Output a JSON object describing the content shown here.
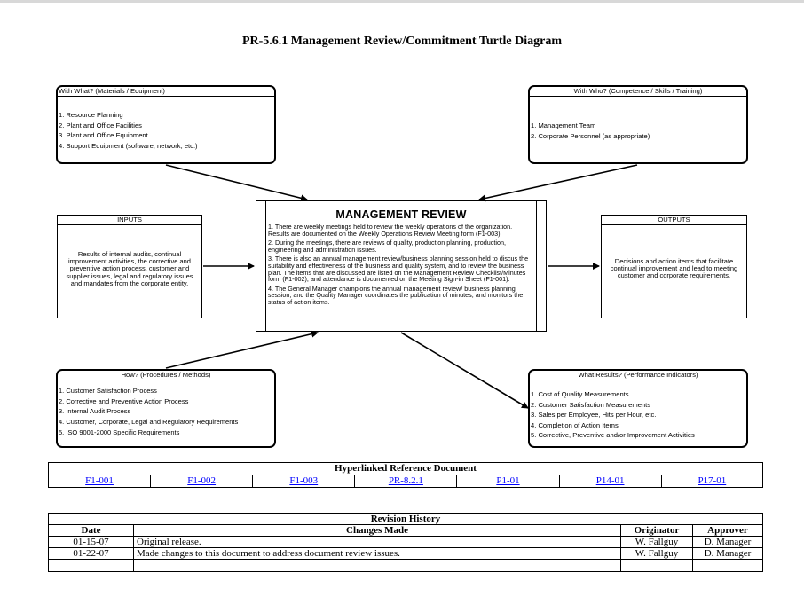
{
  "page_title": "PR-5.6.1 Management Review/Commitment Turtle Diagram",
  "with_what": {
    "heading": "With What? (Materials / Equipment)",
    "items": [
      "1. Resource Planning",
      "2. Plant and Office Facilities",
      "3. Plant and Office Equipment",
      "4. Support Equipment (software, network, etc.)"
    ]
  },
  "with_who": {
    "heading": "With Who? (Competence / Skills / Training)",
    "items": [
      "1. Management Team",
      "2. Corporate Personnel (as appropriate)"
    ]
  },
  "inputs": {
    "heading": "INPUTS",
    "body": "Results of internal audits, continual improvement activities, the corrective and preventive action process, customer and supplier issues, legal and regulatory issues and mandates from the corporate entity."
  },
  "outputs": {
    "heading": "OUTPUTS",
    "body": "Decisions and action items that facilitate continual improvement and lead to meeting customer and corporate requirements."
  },
  "management_review": {
    "title": "MANAGEMENT REVIEW",
    "paragraphs": [
      "1. There are weekly meetings held to review the weekly operations of the organization. Results are documented on the Weekly Operations Review Meeting form (F1-003).",
      "2. During the meetings, there are reviews of quality, production planning, production, engineering and administration issues.",
      "3. There is also an annual management review/business planning session held to discus the suitability and effectiveness of the business and quality system, and to review the business plan. The items that are discussed are listed on the Management Review Checklist/Minutes form (F1-002), and attendance is documented on the Meeting Sign-in Sheet (F1-001).",
      "4. The General Manager champions the annual management review/ business planning session, and the Quality Manager coordinates the publication of minutes, and monitors the status of action items."
    ]
  },
  "how": {
    "heading": "How? (Procedures / Methods)",
    "items": [
      "1. Customer Satisfaction Process",
      "2. Corrective and Preventive Action Process",
      "3. Internal Audit Process",
      "4. Customer, Corporate, Legal and Regulatory Requirements",
      "5. ISO 9001-2000 Specific Requirements"
    ]
  },
  "what_results": {
    "heading": "What Results? (Performance Indicators)",
    "items": [
      "1. Cost of Quality Measurements",
      "2. Customer Satisfaction Measurements",
      "3. Sales per Employee, Hits per Hour, etc.",
      "4. Completion of Action Items",
      "5. Corrective, Preventive and/or Improvement Activities"
    ]
  },
  "reference": {
    "heading": "Hyperlinked Reference Document",
    "links": [
      "F1-001",
      "F1-002",
      "F1-003",
      "PR-8.2.1",
      "P1-01",
      "P14-01",
      "P17-01"
    ]
  },
  "revision": {
    "heading": "Revision History",
    "columns": {
      "date": "Date",
      "changes": "Changes Made",
      "originator": "Originator",
      "approver": "Approver"
    },
    "rows": [
      {
        "date": "01-15-07",
        "changes": "Original release.",
        "originator": "W. Fallguy",
        "approver": "D. Manager"
      },
      {
        "date": "01-22-07",
        "changes": "Made changes to this document to address document review issues.",
        "originator": "W. Fallguy",
        "approver": "D. Manager"
      },
      {
        "date": "",
        "changes": "",
        "originator": "",
        "approver": ""
      }
    ]
  }
}
